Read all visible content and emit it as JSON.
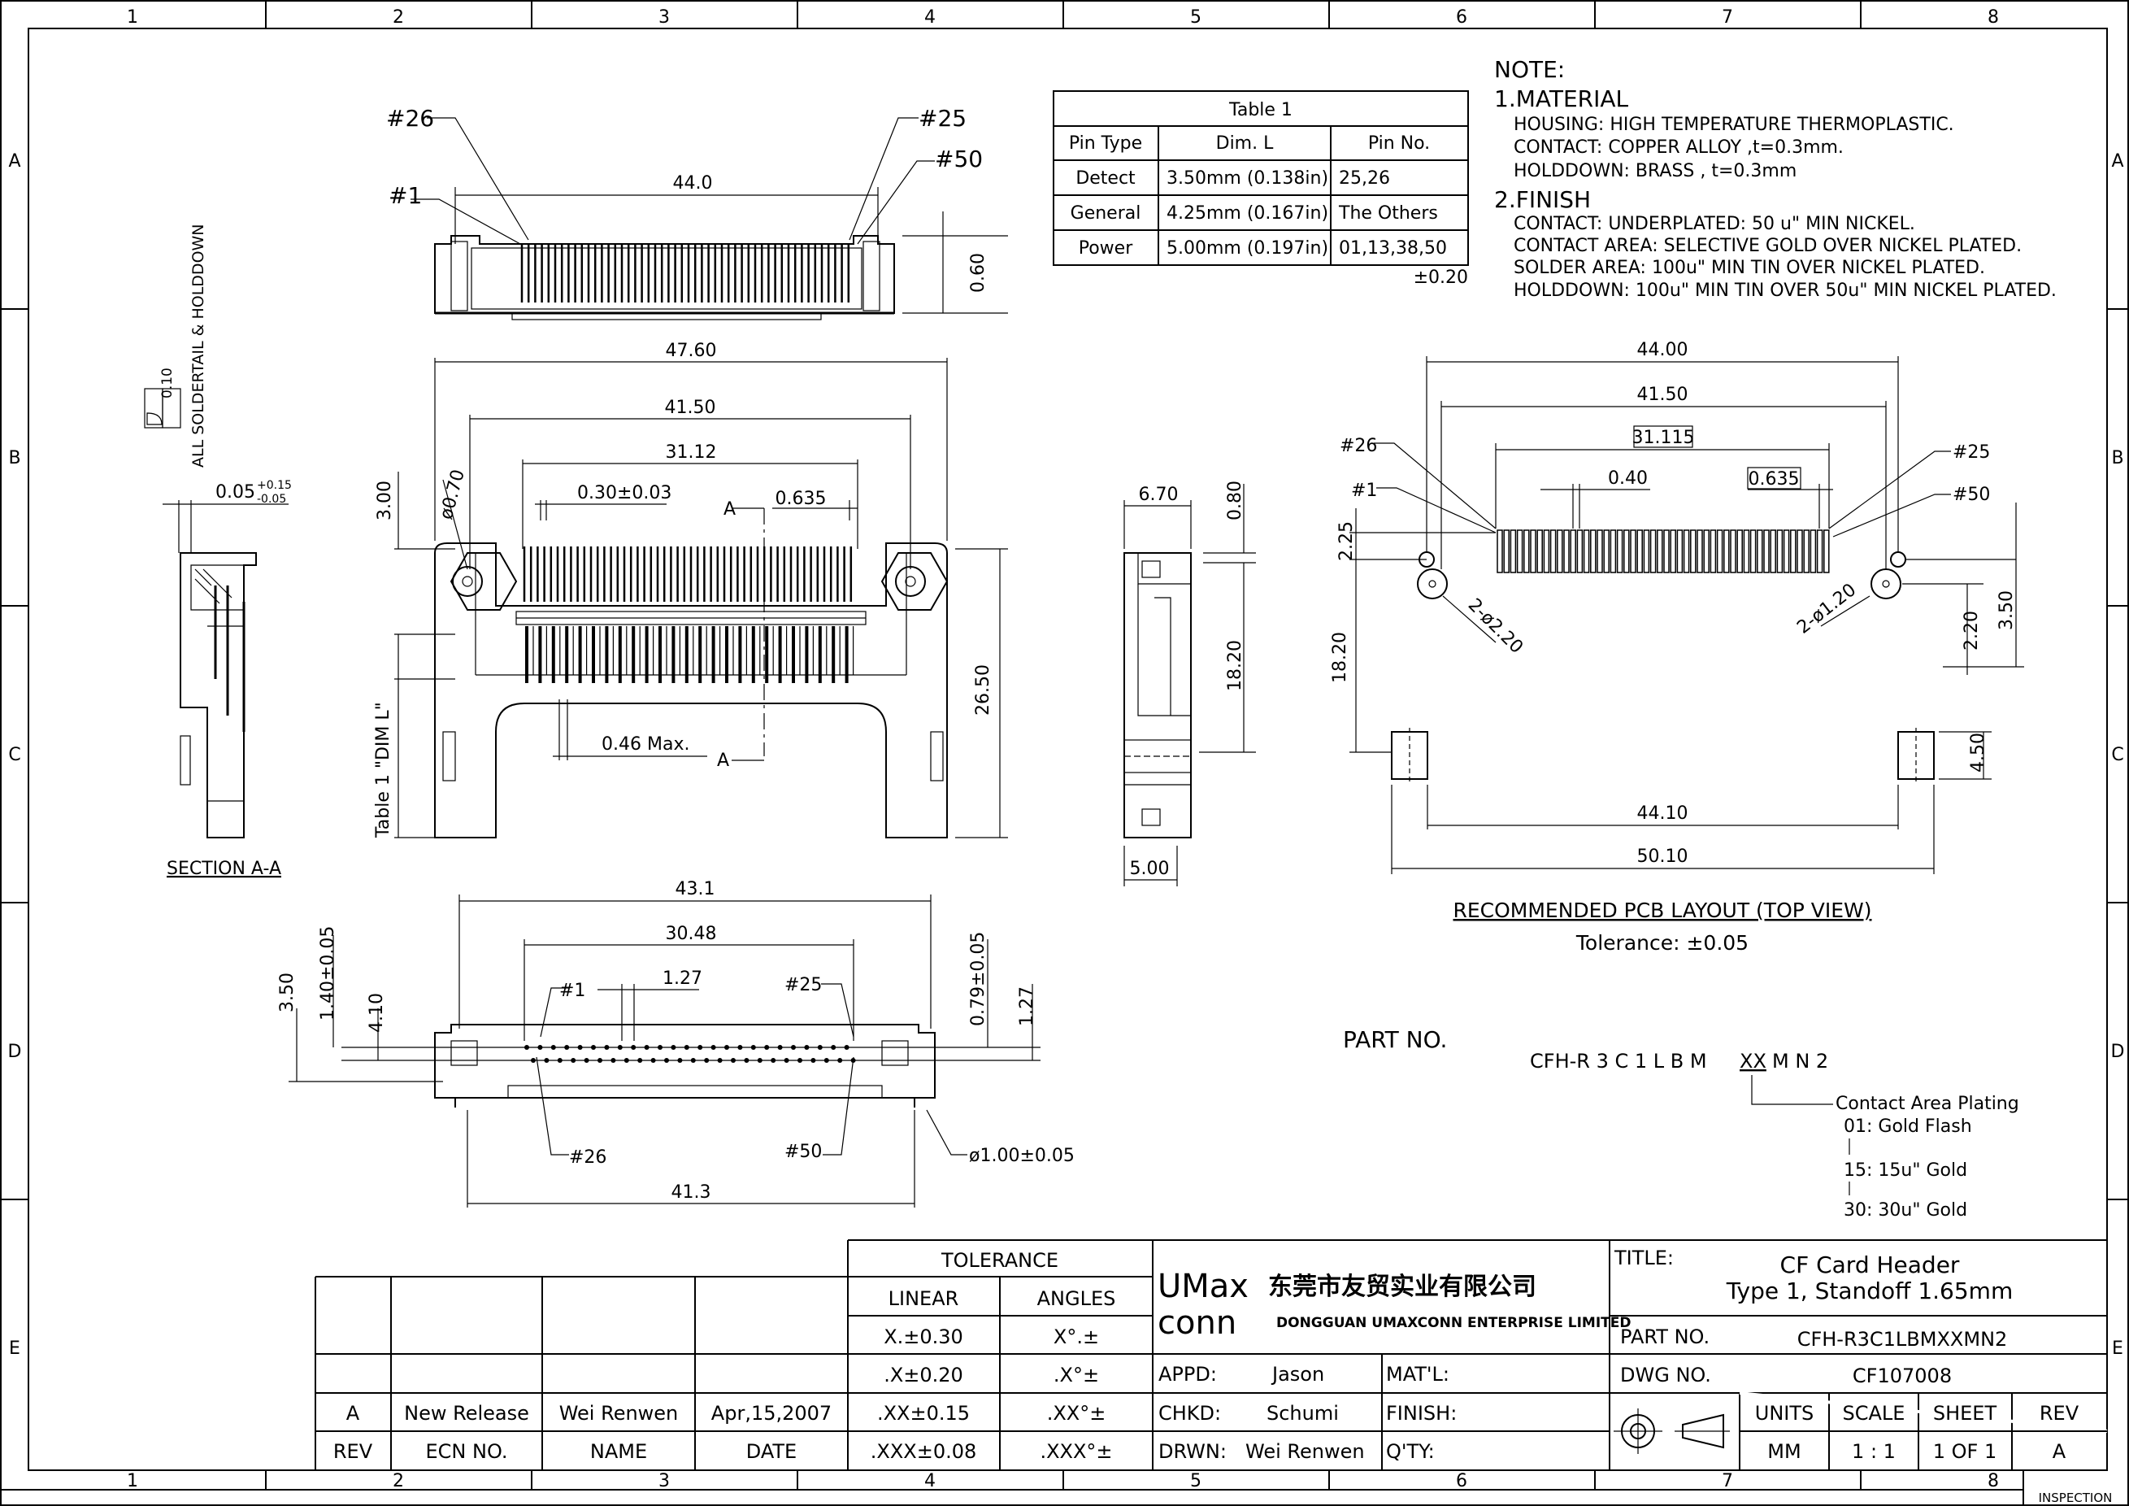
{
  "frame": {
    "cols": [
      "1",
      "2",
      "3",
      "4",
      "5",
      "6",
      "7",
      "8"
    ],
    "rows": [
      "A",
      "B",
      "C",
      "D",
      "E"
    ],
    "inspection": "INSPECTION"
  },
  "notes": {
    "heading": "NOTE:",
    "material_title": "1.MATERIAL",
    "material_lines": [
      "HOUSING: HIGH TEMPERATURE THERMOPLASTIC.",
      "CONTACT: COPPER ALLOY ,t=0.3mm.",
      "HOLDDOWN: BRASS , t=0.3mm"
    ],
    "finish_title": "2.FINISH",
    "finish_lines": [
      "CONTACT: UNDERPLATED: 50 u\" MIN NICKEL.",
      "CONTACT AREA: SELECTIVE GOLD OVER NICKEL PLATED.",
      "SOLDER AREA: 100u\" MIN TIN OVER NICKEL PLATED.",
      "HOLDDOWN: 100u\" MIN TIN OVER 50u\" MIN NICKEL PLATED."
    ]
  },
  "table1": {
    "title": "Table 1",
    "headers": [
      "Pin Type",
      "Dim. L",
      "Pin No."
    ],
    "rows": [
      [
        "Detect",
        "3.50mm (0.138in)",
        "25,26"
      ],
      [
        "General",
        "4.25mm (0.167in)",
        "The Others"
      ],
      [
        "Power",
        "5.00mm (0.197in)",
        "01,13,38,50"
      ]
    ],
    "tolerance": "±0.20"
  },
  "top_view": {
    "pin26": "#26",
    "pin1": "#1",
    "pin25": "#25",
    "pin50": "#50",
    "width": "44.0",
    "height": "0.60"
  },
  "front_view": {
    "d_overall": "47.60",
    "d_415": "41.50",
    "d_3112": "31.12",
    "d_pitch_tol": "0.30±0.03",
    "d_pitch": "0.635",
    "sec_a": "A",
    "d_300": "3.00",
    "d_hole": "ø0.70",
    "d_2650": "26.50",
    "dim_l": "Table 1 \"DIM L\"",
    "d_max": "0.46 Max."
  },
  "section": {
    "flat_label": "ALL SOLDERTAIL & HOLDDOWN",
    "flat_value": "0.10",
    "offset": "0.05",
    "offset_plus": "+0.15",
    "offset_minus": "-0.05",
    "title": "SECTION A-A"
  },
  "side_view": {
    "d_670": "6.70",
    "d_080": "0.80",
    "d_1820": "18.20",
    "d_500": "5.00"
  },
  "bottom_view": {
    "d_431": "43.1",
    "d_3048": "30.48",
    "d_127": "1.27",
    "pin1": "#1",
    "pin25": "#25",
    "pin26": "#26",
    "pin50": "#50",
    "d_413": "41.3",
    "d_350": "3.50",
    "d_140": "1.40±0.05",
    "d_410": "4.10",
    "d_079": "0.79±0.05",
    "d_127v": "1.27",
    "d_hole": "ø1.00±0.05"
  },
  "pcb": {
    "d_4400": "44.00",
    "d_4150": "41.50",
    "d_31115": "31.115",
    "d_040": "0.40",
    "d_0635": "0.635",
    "pin26": "#26",
    "pin1": "#1",
    "pin25": "#25",
    "pin50": "#50",
    "d_225": "2.25",
    "d_1820": "18.20",
    "d_hole1": "2-ø2.20",
    "d_hole2": "2-ø1.20",
    "d_220": "2.20",
    "d_350": "3.50",
    "d_450": "4.50",
    "d_4410": "44.10",
    "d_5010": "50.10",
    "title": "RECOMMENDED PCB LAYOUT (TOP VIEW)",
    "tolerance": "Tolerance: ±0.05"
  },
  "part_no": {
    "label": "PART NO.",
    "code_prefix": "CFH-R 3 C 1 L B M",
    "code_xx": "XX",
    "code_suffix": "M N 2",
    "plating_title": "Contact Area Plating",
    "opt1": "01: Gold Flash",
    "opt2": "15: 15u\" Gold",
    "opt3": "30: 30u\" Gold"
  },
  "title_block": {
    "tolerance": "TOLERANCE",
    "linear": "LINEAR",
    "angles": "ANGLES",
    "lin": [
      "X.±0.30",
      ".X±0.20",
      ".XX±0.15",
      ".XXX±0.08"
    ],
    "ang": [
      "X°.±",
      ".X°±",
      ".XX°±",
      ".XXX°±"
    ],
    "rev_row": [
      "A",
      "New Release",
      "Wei Renwen",
      "Apr,15,2007"
    ],
    "rev_hdr": [
      "REV",
      "ECN NO.",
      "NAME",
      "DATE"
    ],
    "logo1": "UMax",
    "logo2": "conn",
    "company_cn": "东莞市友贸实业有限公司",
    "company_en": "DONGGUAN UMAXCONN ENTERPRISE LIMITED",
    "appd_l": "APPD:",
    "appd": "Jason",
    "chkd_l": "CHKD:",
    "chkd": "Schumi",
    "drwn_l": "DRWN:",
    "drwn": "Wei Renwen",
    "matl": "MAT'L:",
    "finish": "FINISH:",
    "qty": "Q'TY:",
    "title_l": "TITLE:",
    "title1": "CF Card Header",
    "title2": "Type 1, Standoff 1.65mm",
    "partno_l": "PART NO.",
    "partno": "CFH-R3C1LBMXXMN2",
    "dwgno_l": "DWG NO.",
    "dwgno": "CF107008",
    "units_l": "UNITS",
    "scale_l": "SCALE",
    "sheet_l": "SHEET",
    "rev_l": "REV",
    "units": "MM",
    "scale": "1 : 1",
    "sheet": "1 OF 1",
    "rev": "A"
  }
}
